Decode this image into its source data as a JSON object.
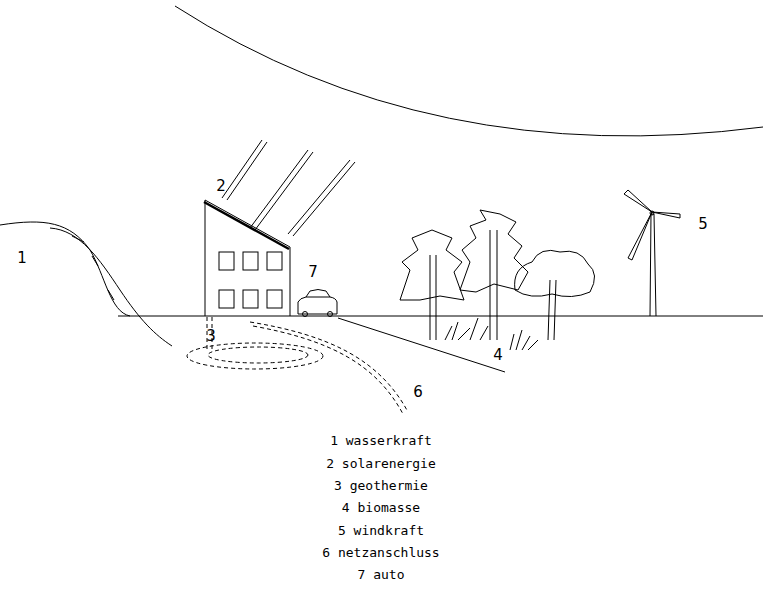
{
  "diagram": {
    "labels": [
      "1",
      "2",
      "3",
      "4",
      "5",
      "6",
      "7",
      "1 wasserkraft",
      "2 solarenergie",
      "3 geothermie",
      "4 biomasse",
      "5 windkraft",
      "6 netzanschluss",
      "7 auto"
    ]
  }
}
